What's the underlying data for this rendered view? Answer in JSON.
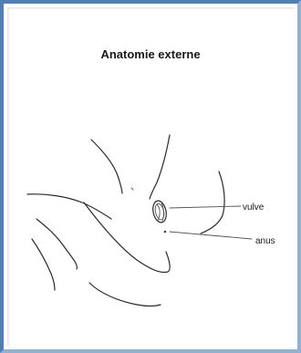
{
  "diagram": {
    "title": "Anatomie externe",
    "labels": {
      "vulve": "vulve",
      "anus": "anus"
    },
    "colors": {
      "frame_dark": "#4f7fb4",
      "frame_light": "#8fb1d4",
      "ink": "#2a2a2a"
    }
  }
}
